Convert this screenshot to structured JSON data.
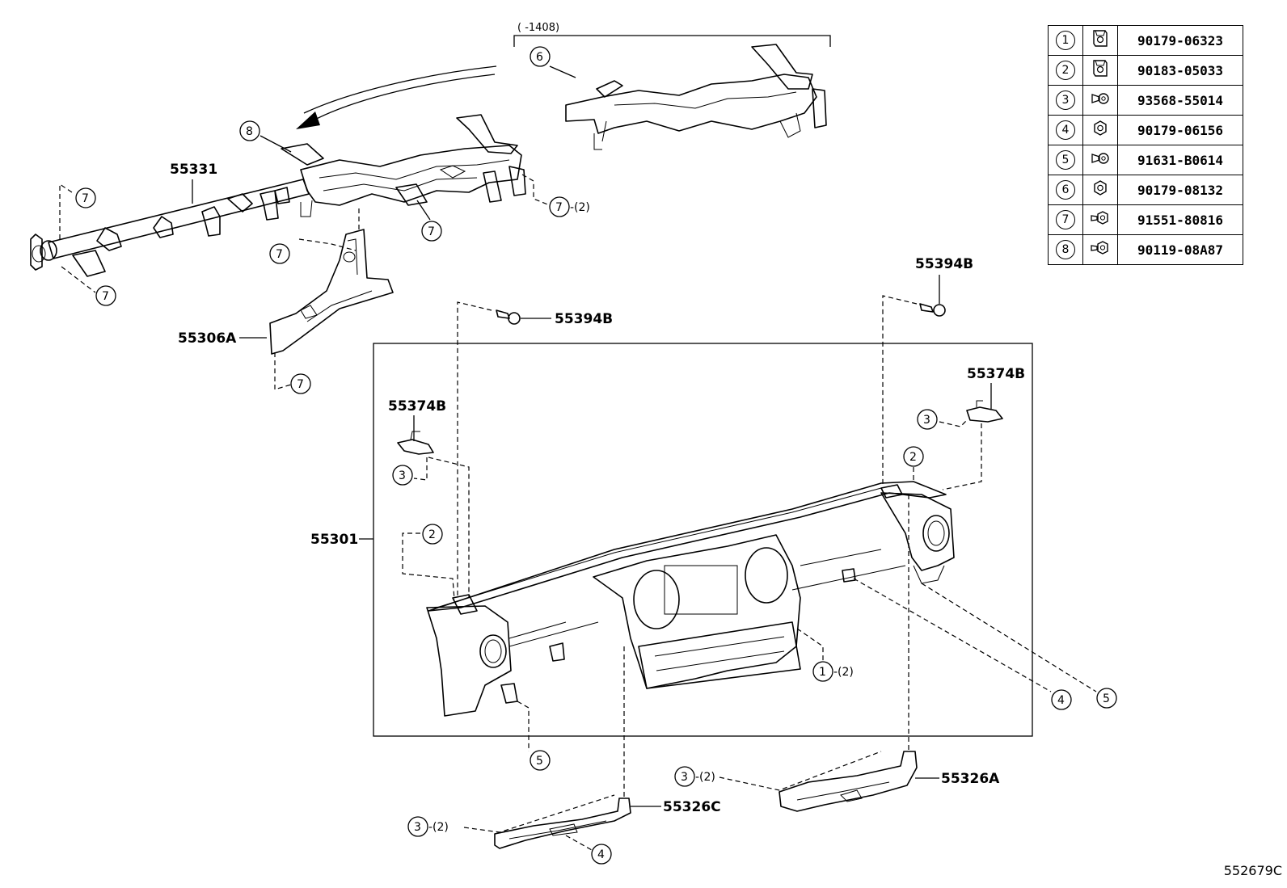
{
  "callouts": {
    "variant_note": "(      -1408)",
    "p55331": "55331",
    "p55306A": "55306A",
    "p55301": "55301",
    "p55394B_a": "55394B",
    "p55394B_b": "55394B",
    "p55374B_a": "55374B",
    "p55374B_b": "55374B",
    "p55326A": "55326A",
    "p55326C": "55326C",
    "qty2": "-(2)"
  },
  "legend": {
    "rows": [
      {
        "num": "1",
        "icon": "clip-nut-icon",
        "part": "90179-06323"
      },
      {
        "num": "2",
        "icon": "clip-nut-icon",
        "part": "90183-05033"
      },
      {
        "num": "3",
        "icon": "screw-icon",
        "part": "93568-55014"
      },
      {
        "num": "4",
        "icon": "nut-icon",
        "part": "90179-06156"
      },
      {
        "num": "5",
        "icon": "screw-icon",
        "part": "91631-B0614"
      },
      {
        "num": "6",
        "icon": "nut-icon",
        "part": "90179-08132"
      },
      {
        "num": "7",
        "icon": "bolt-icon",
        "part": "91551-80816"
      },
      {
        "num": "8",
        "icon": "bolt-icon",
        "part": "90119-08A87"
      }
    ]
  },
  "diagram_code": "552679C"
}
